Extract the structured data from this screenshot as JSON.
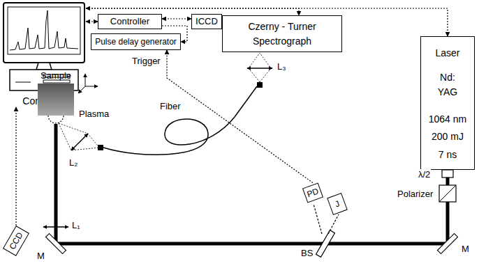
{
  "diagram": {
    "nodes": [
      {
        "text": [
          "Computer"
        ]
      },
      {
        "text": [
          "Controller"
        ]
      },
      {
        "text": [
          "Pulse delay generator"
        ]
      },
      {
        "text": [
          "ICCD"
        ]
      },
      {
        "text": [
          "Czerny - Turner Spectrograph"
        ]
      },
      {
        "text": [
          "Laser",
          "Nd: YAG",
          "1064 nm 200 mJ 7 ns"
        ]
      },
      {
        "text": [
          "Sample"
        ]
      },
      {
        "text": [
          "PD"
        ]
      },
      {
        "text": [
          "J"
        ]
      },
      {
        "text": [
          "CCD"
        ]
      }
    ],
    "edges": [
      {
        "from": 0,
        "to": 1,
        "arrow": "both"
      },
      {
        "from": 1,
        "to": 3,
        "arrow": "both"
      },
      {
        "from": 1,
        "to": 2,
        "arrow": "to"
      },
      {
        "from": 0,
        "to": 4,
        "arrow": "both"
      },
      {
        "from": 0,
        "to": 5,
        "arrow": "to"
      },
      {
        "from": 7,
        "to": 2,
        "arrow": "to",
        "label": "Trigger"
      },
      {
        "from": 9,
        "to": 0,
        "arrow": "to"
      }
    ],
    "labels": [
      "Plasma",
      "Fiber",
      "L₁",
      "L₂",
      "L₃",
      "M",
      "M",
      "BS",
      "λ/2",
      "Polarizer"
    ]
  }
}
